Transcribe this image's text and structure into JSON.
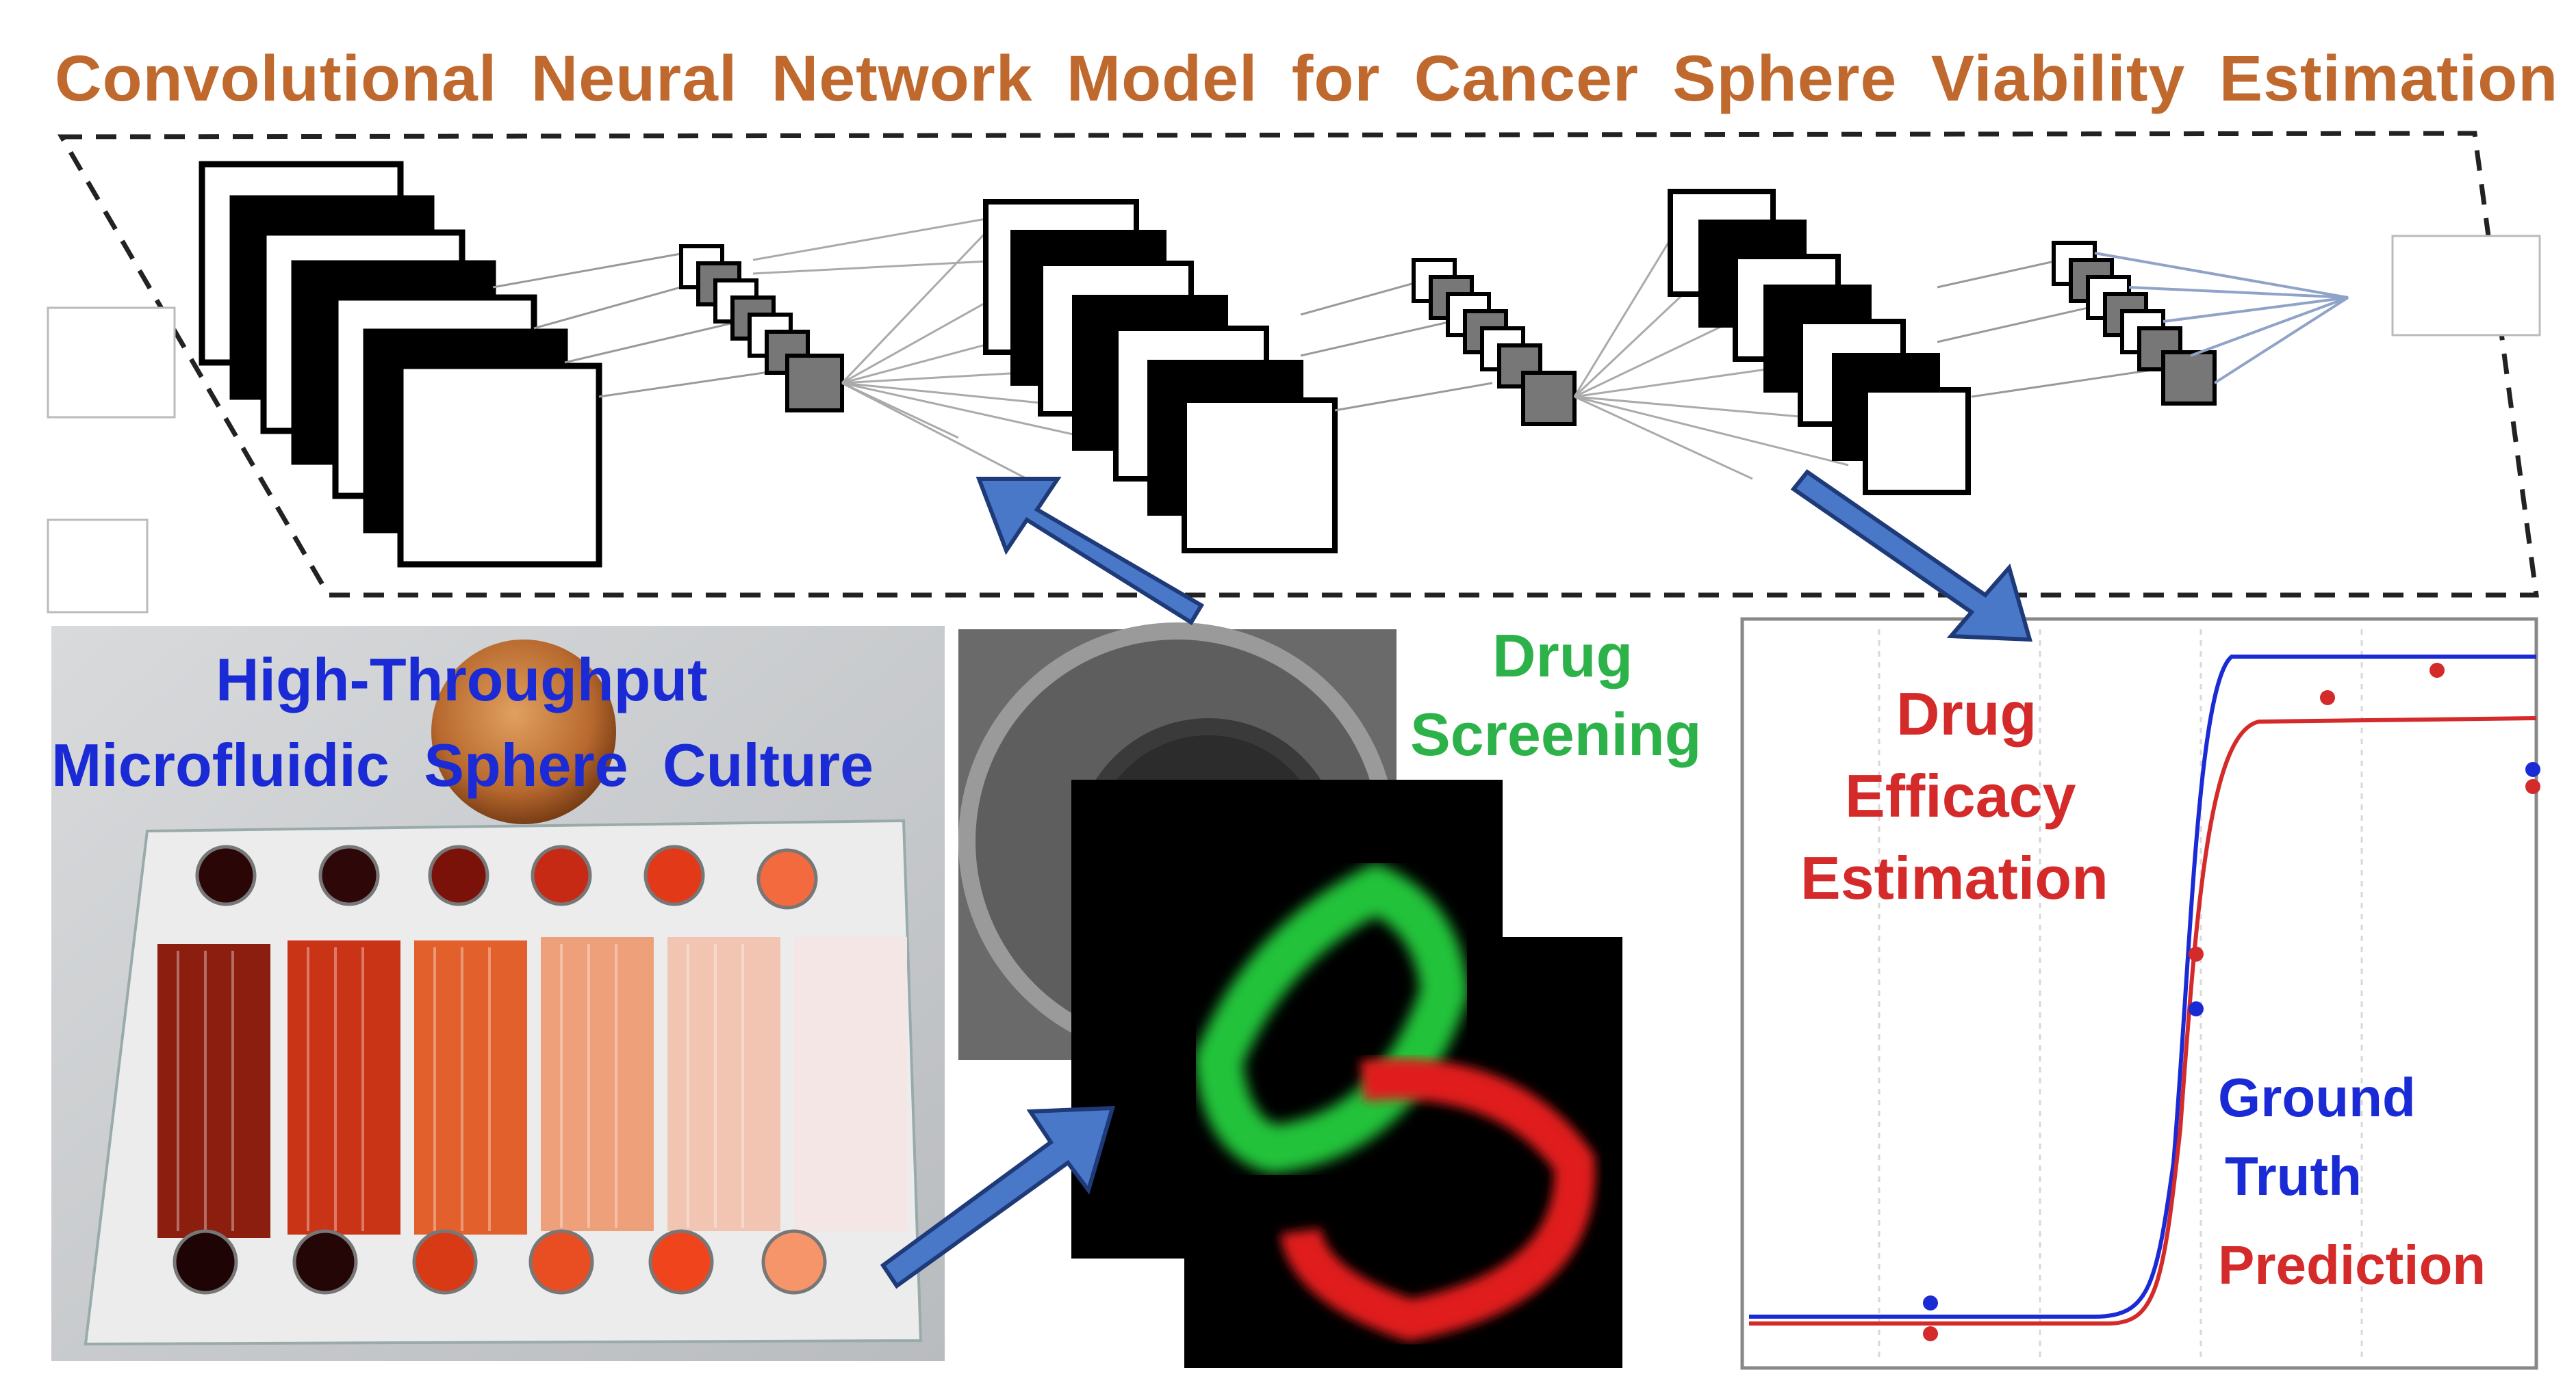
{
  "figure": {
    "title": "Convolutional  Neural  Network  Model  for  Cancer  Sphere  Viability  Estimation",
    "culture_label_line1": "High-Throughput",
    "culture_label_line2": "Microfluidic  Sphere  Culture",
    "screening_label_line1": "Drug",
    "screening_label_line2": "Screening",
    "efficacy_label_line1": "Drug",
    "efficacy_label_line2": "Efficacy",
    "efficacy_label_line3": "Estimation",
    "legend_ground_truth_line1": "Ground",
    "legend_ground_truth_line2": "Truth",
    "legend_prediction": "Prediction"
  },
  "colors": {
    "title": "#c0692e",
    "blue_text": "#1a2bd6",
    "green_text": "#2db24a",
    "red_text": "#d42a2a",
    "arrow_fill": "#4a78c8",
    "arrow_stroke": "#1e3a78",
    "ground_truth_curve": "#1a2bd6",
    "prediction_curve": "#d42a2a"
  },
  "icons": [
    "cnn-diagram-icon",
    "microfluidic-chip-icon",
    "coin-icon",
    "brightfield-sphere-icon",
    "fluorescence-sphere-icon",
    "arrow-icon"
  ]
}
